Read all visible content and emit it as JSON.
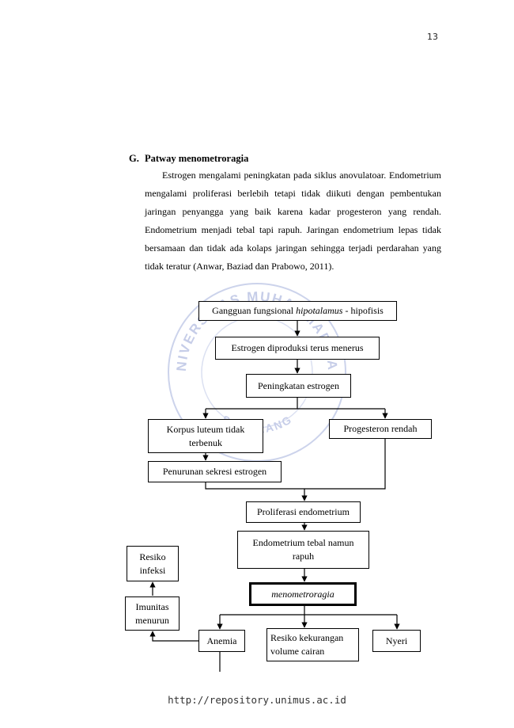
{
  "page_number": "13",
  "section": {
    "letter": "G.",
    "title": "Patway menometroragia",
    "paragraph": "Estrogen mengalami peningkatan pada siklus anovulatoar. Endometrium mengalami proliferasi berlebih tetapi tidak diikuti dengan pembentukan jaringan penyangga yang baik karena kadar progesteron yang rendah. Endometrium menjadi tebal tapi rapuh. Jaringan endometrium lepas tidak bersamaan dan tidak ada kolaps jaringan sehingga terjadi perdarahan yang tidak teratur (Anwar, Baziad dan Prabowo, 2011)."
  },
  "watermark": {
    "top_text": "UNIVERSITAS MUHAMMADIYAH",
    "bottom_text": "SEMARANG",
    "color": "#6b7fc4"
  },
  "flowchart": {
    "node1_pre": "Gangguan fungsional ",
    "node1_italic": "hipotalamus",
    "node1_post": " - hipofisis",
    "node2": "Estrogen diproduksi terus menerus",
    "node3": "Peningkatan estrogen",
    "node4": "Korpus luteum tidak terbenuk",
    "node5": "Progesteron rendah",
    "node6": "Penurunan sekresi estrogen",
    "node7": "Proliferasi endometrium",
    "node8": "Endometrium tebal namun rapuh",
    "node9": "menometroragia",
    "node10": "Anemia",
    "node11": "Resiko kekurangan volume cairan",
    "node12": "Nyeri",
    "node13": "Imunitas menurun",
    "node14": "Resiko infeksi"
  },
  "footer": {
    "url": "http://repository.unimus.ac.id"
  }
}
